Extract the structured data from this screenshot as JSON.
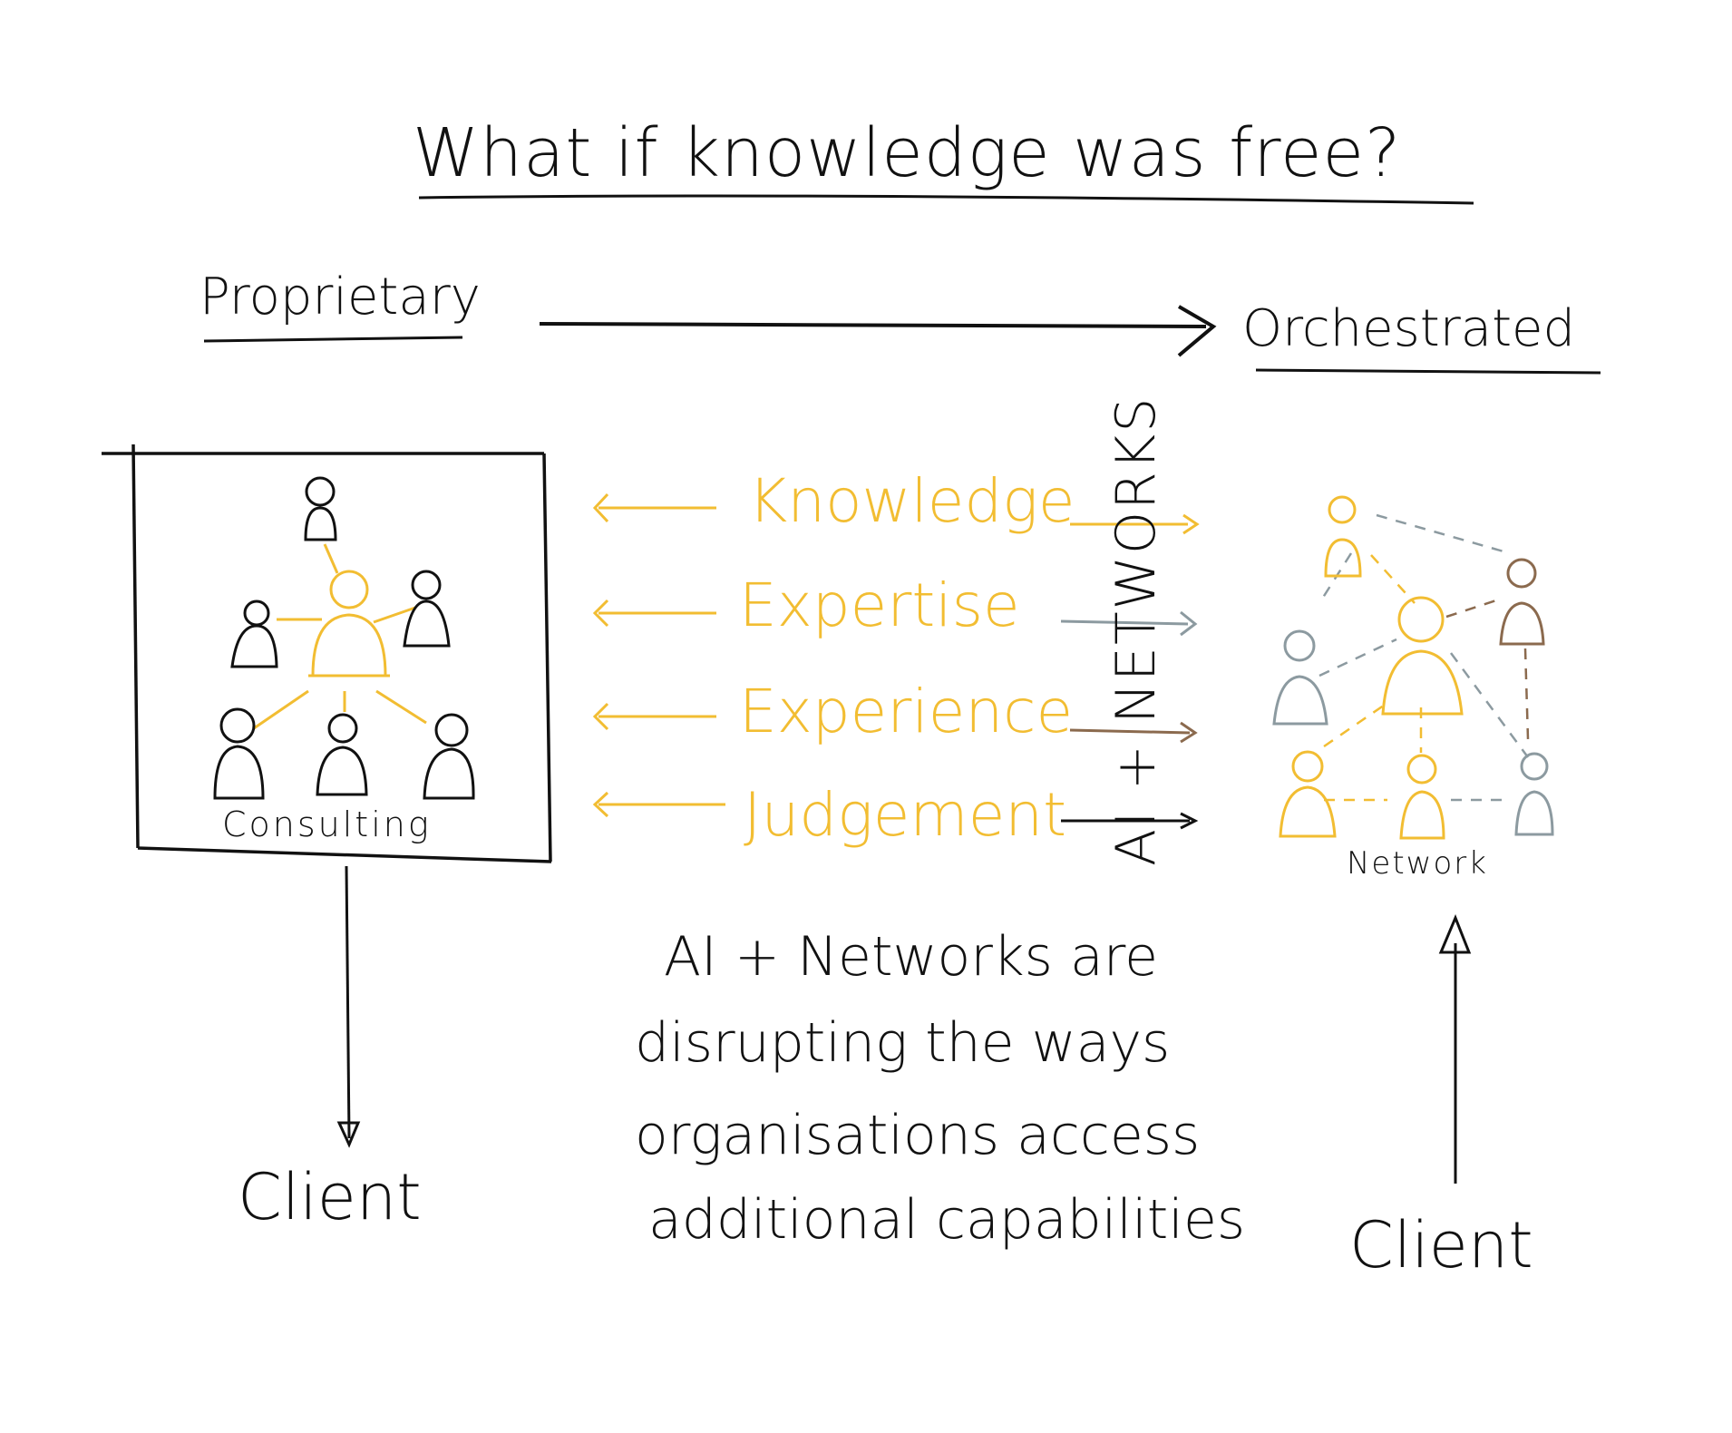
{
  "title": "What if knowledge was free?",
  "spectrum": {
    "left": "Proprietary",
    "right": "Orchestrated"
  },
  "capabilities": [
    "Knowledge",
    "Expertise",
    "Experience",
    "Judgement"
  ],
  "vertical_label": "AI + NETWORKS",
  "consulting_label": "Consulting",
  "network_label": "Network",
  "client_left": "Client",
  "client_right": "Client",
  "note": {
    "line1": "AI + Networks are",
    "line2": "disrupting the ways",
    "line3": "organisations access",
    "line4": "additional capabilities"
  },
  "colors": {
    "ink": "#111111",
    "yellow": "#f2bd32",
    "grey": "#8c9aa0",
    "brown": "#8b6a4e"
  }
}
